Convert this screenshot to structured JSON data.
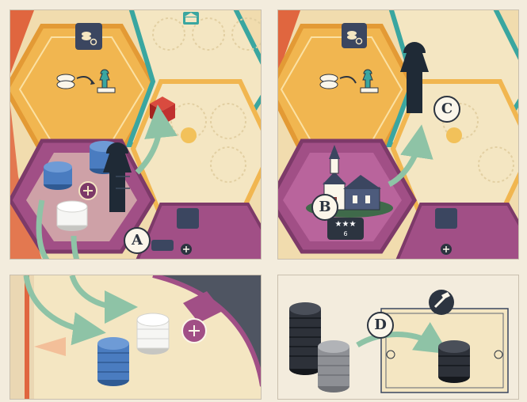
{
  "labels": {
    "a": "A",
    "b": "B",
    "c": "C",
    "d": "D"
  },
  "church_tile": {
    "stars": "★★★",
    "value": "6"
  },
  "colors": {
    "hex_orange": "#f1b650",
    "hex_cream": "#f4e6c2",
    "hex_purple": "#a14f86",
    "border_red": "#e0663f",
    "teal": "#3aa6a0",
    "disc_blue": "#4a7cc0",
    "disc_white": "#f6f6f4",
    "disc_black": "#2d3139",
    "disc_grey": "#8e9095",
    "meeple_black": "#1f2a36",
    "cube_red": "#c0312f",
    "arrow_green": "#8ec3a6"
  },
  "icons": [
    "coin-convert-to-meeple-icon",
    "bank-icon",
    "coins-search-icon",
    "hammer-icon",
    "ornament-icon"
  ]
}
